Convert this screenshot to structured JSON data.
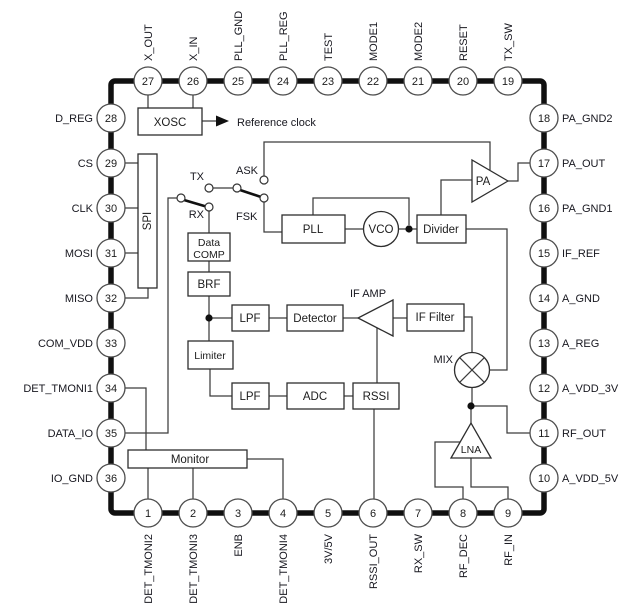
{
  "diagram": {
    "reference_clock_label": "Reference clock",
    "switches": {
      "tx": "TX",
      "rx": "RX",
      "ask": "ASK",
      "fsk": "FSK"
    },
    "blocks": {
      "xosc": "XOSC",
      "spi": "SPI",
      "data_comp_line1": "Data",
      "data_comp_line2": "COMP",
      "brf": "BRF",
      "pll": "PLL",
      "vco": "VCO",
      "divider": "Divider",
      "pa": "PA",
      "lpf_rx": "LPF",
      "detector": "Detector",
      "if_amp": "IF AMP",
      "if_filter": "IF Filter",
      "limiter": "Limiter",
      "lpf_rssi": "LPF",
      "adc": "ADC",
      "rssi": "RSSI",
      "monitor": "Monitor",
      "mix": "MIX",
      "lna": "LNA"
    },
    "pins": {
      "top": [
        {
          "number": "27",
          "label": "X_OUT"
        },
        {
          "number": "26",
          "label": "X_IN"
        },
        {
          "number": "25",
          "label": "PLL_GND"
        },
        {
          "number": "24",
          "label": "PLL_REG"
        },
        {
          "number": "23",
          "label": "TEST"
        },
        {
          "number": "22",
          "label": "MODE1"
        },
        {
          "number": "21",
          "label": "MODE2"
        },
        {
          "number": "20",
          "label": "RESET"
        },
        {
          "number": "19",
          "label": "TX_SW"
        }
      ],
      "left": [
        {
          "number": "28",
          "label": "D_REG"
        },
        {
          "number": "29",
          "label": "CS"
        },
        {
          "number": "30",
          "label": "CLK"
        },
        {
          "number": "31",
          "label": "MOSI"
        },
        {
          "number": "32",
          "label": "MISO"
        },
        {
          "number": "33",
          "label": "COM_VDD"
        },
        {
          "number": "34",
          "label": "DET_TMONI1"
        },
        {
          "number": "35",
          "label": "DATA_IO"
        },
        {
          "number": "36",
          "label": "IO_GND"
        }
      ],
      "right": [
        {
          "number": "18",
          "label": "PA_GND2"
        },
        {
          "number": "17",
          "label": "PA_OUT"
        },
        {
          "number": "16",
          "label": "PA_GND1"
        },
        {
          "number": "15",
          "label": "IF_REF"
        },
        {
          "number": "14",
          "label": "A_GND"
        },
        {
          "number": "13",
          "label": "A_REG"
        },
        {
          "number": "12",
          "label": "A_VDD_3V"
        },
        {
          "number": "11",
          "label": "RF_OUT"
        },
        {
          "number": "10",
          "label": "A_VDD_5V"
        }
      ],
      "bottom": [
        {
          "number": "1",
          "label": "DET_TMONI2"
        },
        {
          "number": "2",
          "label": "DET_TMONI3"
        },
        {
          "number": "3",
          "label": "ENB"
        },
        {
          "number": "4",
          "label": "DET_TMONI4"
        },
        {
          "number": "5",
          "label": "3V/5V"
        },
        {
          "number": "6",
          "label": "RSSI_OUT"
        },
        {
          "number": "7",
          "label": "RX_SW"
        },
        {
          "number": "8",
          "label": "RF_DEC"
        },
        {
          "number": "9",
          "label": "RF_IN"
        }
      ]
    }
  }
}
